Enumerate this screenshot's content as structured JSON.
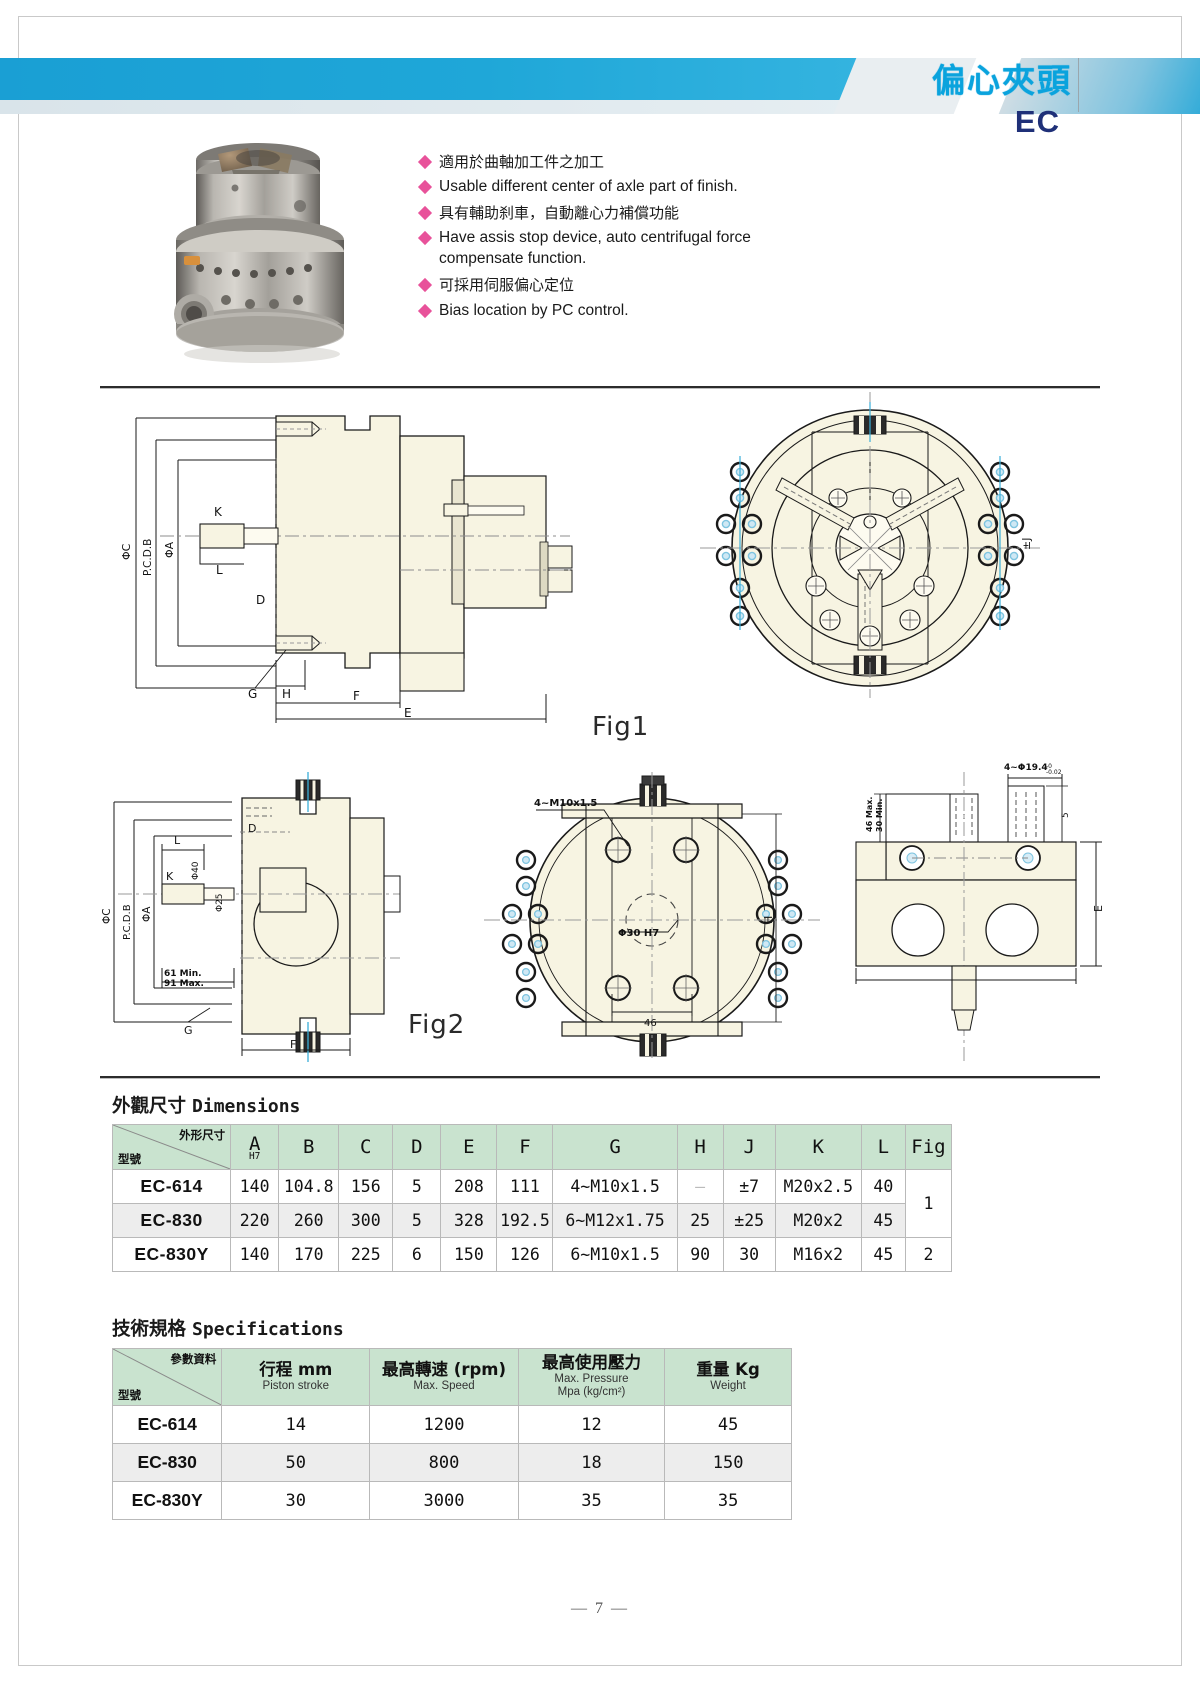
{
  "header": {
    "title_zh": "偏心夾頭",
    "code": "EC"
  },
  "features": [
    {
      "text": "適用於曲軸加工件之加工",
      "lang": "zh"
    },
    {
      "text": "Usable different center of axle part of finish.",
      "lang": "en"
    },
    {
      "text": "具有輔助刹車，自動離心力補償功能",
      "lang": "zh"
    },
    {
      "text": "Have assis stop device, auto centrifugal force compensate function.",
      "lang": "en"
    },
    {
      "text": "可採用伺服偏心定位",
      "lang": "zh"
    },
    {
      "text": "Bias location by PC control.",
      "lang": "en"
    }
  ],
  "figures": {
    "fig1_label": "Fig1",
    "fig2_label": "Fig2",
    "fig1_callouts": [
      "ΦC",
      "P.C.D.B",
      "ΦA",
      "K",
      "L",
      "D",
      "G",
      "H",
      "F",
      "E",
      "±J"
    ],
    "fig2_callouts": [
      "ΦC",
      "P.C.D.B",
      "ΦA",
      "K",
      "L",
      "D",
      "G",
      "F",
      "Φ40",
      "Φ25",
      "61 Min.",
      "91 Max.",
      "4~M10x1.5",
      "Φ30 H7",
      "46",
      "H",
      "46 Max.",
      "30 Min.",
      "4~Φ19.4",
      "5",
      "E"
    ]
  },
  "dimensions": {
    "heading_zh": "外觀尺寸",
    "heading_en": "Dimensions",
    "corner_top_right": "外形尺寸",
    "corner_bottom_left": "型號",
    "columns": [
      "A",
      "B",
      "C",
      "D",
      "E",
      "F",
      "G",
      "H",
      "J",
      "K",
      "L",
      "Fig"
    ],
    "column_a_sub": "H7",
    "rows": [
      {
        "model": "EC-614",
        "values": [
          "140",
          "104.8",
          "156",
          "5",
          "208",
          "111",
          "4~M10x1.5",
          "—",
          "±7",
          "M20x2.5",
          "40"
        ],
        "fig": "1"
      },
      {
        "model": "EC-830",
        "values": [
          "220",
          "260",
          "300",
          "5",
          "328",
          "192.5",
          "6~M12x1.75",
          "25",
          "±25",
          "M20x2",
          "45"
        ],
        "fig": ""
      },
      {
        "model": "EC-830Y",
        "values": [
          "140",
          "170",
          "225",
          "6",
          "150",
          "126",
          "6~M10x1.5",
          "90",
          "30",
          "M16x2",
          "45"
        ],
        "fig": "2"
      }
    ]
  },
  "specifications": {
    "heading_zh": "技術規格",
    "heading_en": "Specifications",
    "corner_top_right": "參數資料",
    "corner_bottom_left": "型號",
    "columns": [
      {
        "zh": "行程 mm",
        "en": "Piston stroke"
      },
      {
        "zh": "最高轉速 (rpm)",
        "en": "Max. Speed"
      },
      {
        "zh": "最高使用壓力",
        "en": "Max. Pressure",
        "en2": "Mpa (kg/cm²)"
      },
      {
        "zh": "重量 Kg",
        "en": "Weight"
      }
    ],
    "rows": [
      {
        "model": "EC-614",
        "values": [
          "14",
          "1200",
          "12",
          "45"
        ]
      },
      {
        "model": "EC-830",
        "values": [
          "50",
          "800",
          "18",
          "150"
        ]
      },
      {
        "model": "EC-830Y",
        "values": [
          "30",
          "3000",
          "35",
          "35"
        ]
      }
    ]
  },
  "footer": {
    "page": "— 7 —"
  },
  "colors": {
    "banner_cyan": "#1a9fd4",
    "title_cyan": "#0aa3dd",
    "code_navy": "#1f3078",
    "bullet_pink": "#e8529a",
    "table_header_green": "#c9e3cf",
    "row_alt_gray": "#ededed",
    "drawing_fill": "#f7f4e2"
  }
}
